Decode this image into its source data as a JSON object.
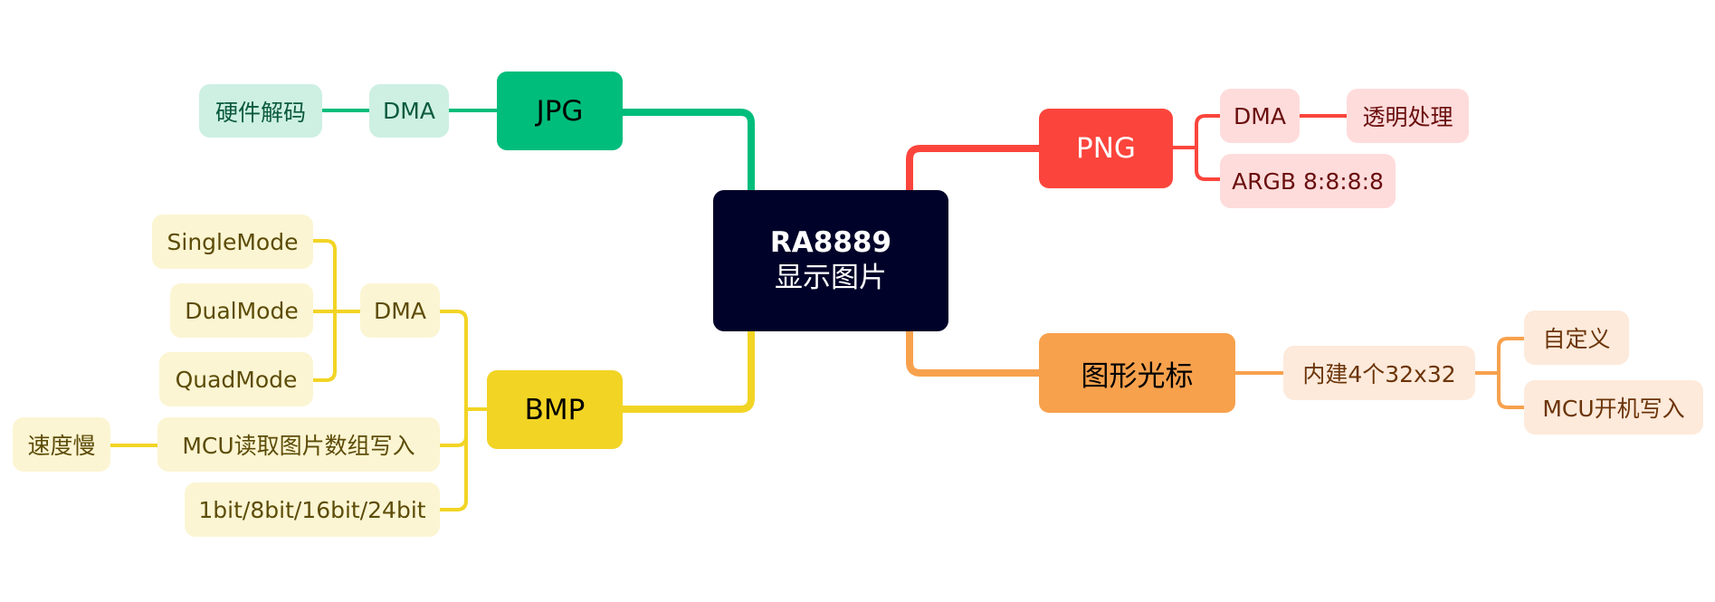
{
  "diagram": {
    "type": "mind-map",
    "root": {
      "line1": "RA8889",
      "line2": "显示图片"
    },
    "colors": {
      "root": "#000229",
      "green": "#00bd7c",
      "red": "#fb453c",
      "yellow": "#f2d424",
      "orange": "#f7a14d"
    },
    "branches": {
      "jpg": {
        "label": "JPG",
        "children": [
          {
            "label": "DMA",
            "children": [
              {
                "label": "硬件解码"
              }
            ]
          }
        ]
      },
      "png": {
        "label": "PNG",
        "children": [
          {
            "label": "DMA",
            "children": [
              {
                "label": "透明处理"
              }
            ]
          },
          {
            "label": "ARGB 8:8:8:8"
          }
        ]
      },
      "bmp": {
        "label": "BMP",
        "children": [
          {
            "label": "DMA",
            "children": [
              {
                "label": "SingleMode"
              },
              {
                "label": "DualMode"
              },
              {
                "label": "QuadMode"
              }
            ]
          },
          {
            "label": "MCU读取图片数组写入",
            "children": [
              {
                "label": "速度慢"
              }
            ]
          },
          {
            "label": "1bit/8bit/16bit/24bit"
          }
        ]
      },
      "cursor": {
        "label": "图形光标",
        "children": [
          {
            "label": "内建4个32x32",
            "children": [
              {
                "label": "自定义"
              },
              {
                "label": "MCU开机写入"
              }
            ]
          }
        ]
      }
    }
  }
}
